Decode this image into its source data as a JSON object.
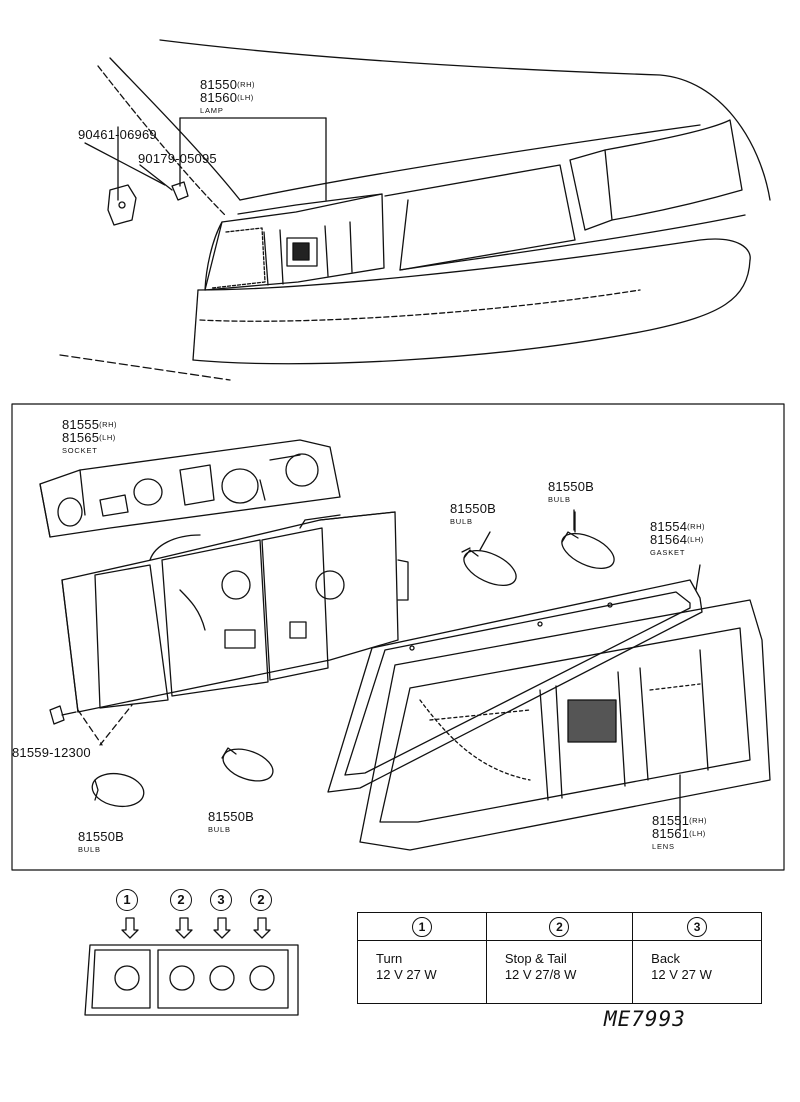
{
  "lamp": {
    "num_rh": "81550",
    "tag_rh": "(RH)",
    "num_lh": "81560",
    "tag_lh": "(LH)",
    "name": "LAMP"
  },
  "bracket_part": "90461-06969",
  "clip_part": "90179-05095",
  "socket": {
    "num_rh": "81555",
    "tag_rh": "(RH)",
    "num_lh": "81565",
    "tag_lh": "(LH)",
    "name": "SOCKET"
  },
  "bulb_center": {
    "num": "81550B",
    "name": "BULB"
  },
  "bulb_right": {
    "num": "81550B",
    "name": "BULB"
  },
  "bulb_lower_left": {
    "num": "81550B",
    "name": "BULB"
  },
  "bulb_lower_mid": {
    "num": "81550B",
    "name": "BULB"
  },
  "gasket": {
    "num_rh": "81554",
    "tag_rh": "(RH)",
    "num_lh": "81564",
    "tag_lh": "(LH)",
    "name": "GASKET"
  },
  "screw_part": "81559-12300",
  "lens": {
    "num_rh": "81551",
    "tag_rh": "(RH)",
    "num_lh": "81561",
    "tag_lh": "(LH)",
    "name": "LENS"
  },
  "position_markers": [
    "1",
    "2",
    "3",
    "2"
  ],
  "legend": {
    "headers": [
      "1",
      "2",
      "3"
    ],
    "rows": [
      {
        "function": "Turn",
        "spec": "12 V 27 W"
      },
      {
        "function": "Stop & Tail",
        "spec": "12 V 27/8 W"
      },
      {
        "function": "Back",
        "spec": "12 V 27 W"
      }
    ]
  },
  "drawing_code": "ME7993"
}
